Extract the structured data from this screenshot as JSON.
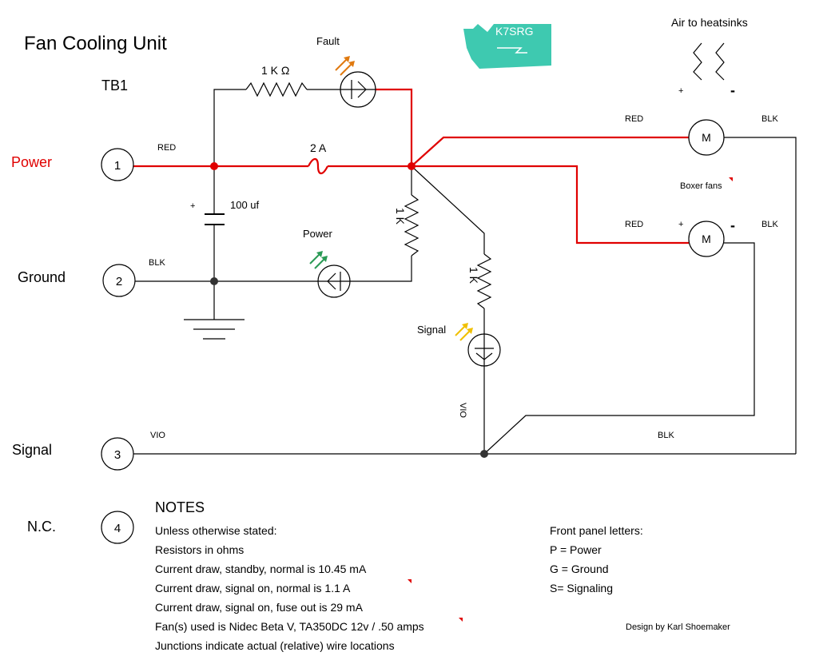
{
  "title": "Fan Cooling Unit",
  "terminal_block": "TB1",
  "callsign": "K7SRG",
  "airflow_label": "Air to heatsinks",
  "terminals": [
    {
      "number": "1",
      "label": "Power",
      "label_color": "#e00000"
    },
    {
      "number": "2",
      "label": "Ground",
      "label_color": "#000000"
    },
    {
      "number": "3",
      "label": "Signal",
      "label_color": "#000000"
    },
    {
      "number": "4",
      "label": "N.C.",
      "label_color": "#000000"
    }
  ],
  "wire_labels": {
    "t1": "RED",
    "t2": "BLK",
    "t3": "VIO",
    "fan1_in": "RED",
    "fan1_out": "BLK",
    "fan2_in": "RED",
    "fan2_out": "BLK",
    "return": "BLK",
    "vio_vertical": "VIO"
  },
  "components": {
    "fault_resistor": "1 K Ω",
    "fuse": "2 A",
    "capacitor": "100 uf",
    "cap_plus": "+",
    "power_led_resistor": "1 K",
    "signal_led_resistor": "1 K",
    "fault_led": "Fault",
    "power_led": "Power",
    "signal_led": "Signal",
    "fan_motor": "M",
    "fans_name": "Boxer fans",
    "plus": "+",
    "minus": "-"
  },
  "notes": {
    "heading": "NOTES",
    "lines": [
      "Unless otherwise stated:",
      "Resistors in ohms",
      "Current draw, standby, normal is 10.45 mA",
      "Current draw, signal on, normal is 1.1 A",
      "Current draw, signal on, fuse out is 29 mA",
      "Fan(s) used is Nidec Beta V, TA350DC 12v /  .50 amps",
      "Junctions indicate actual (relative) wire locations"
    ]
  },
  "panel": {
    "heading": "Front panel letters:",
    "lines": [
      "P = Power",
      "G = Ground",
      "S= Signaling"
    ]
  },
  "credit": "Design by Karl Shoemaker",
  "colors": {
    "power_wire": "#e00000",
    "logo": "#3ec9b0",
    "fault_arrow": "#e07a10",
    "power_arrow": "#2a9a55",
    "signal_arrow": "#f0c000"
  }
}
